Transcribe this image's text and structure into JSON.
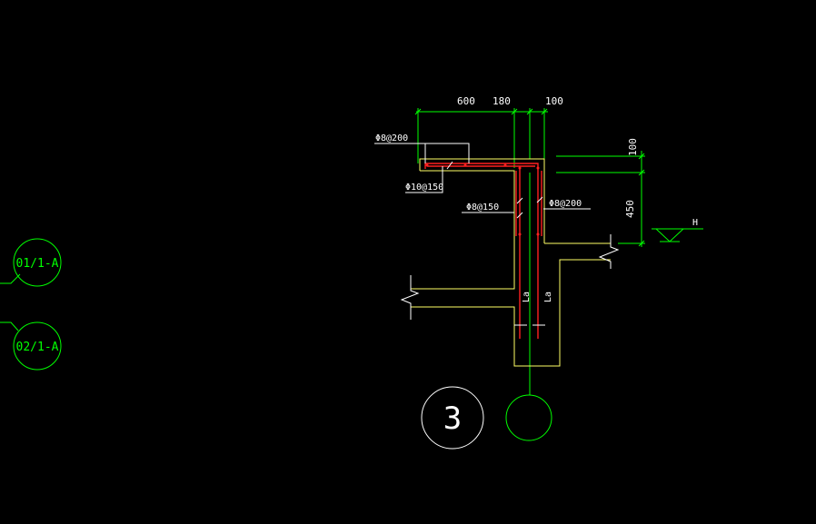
{
  "drawing": {
    "dimensions": {
      "d600": "600",
      "d180": "180",
      "d100_top": "100",
      "d100_right": "100",
      "d450": "450"
    },
    "rebar_labels": {
      "top_slab": "Φ8@200",
      "slab_bottom": "Φ10@150",
      "wall_left": "Φ8@150",
      "wall_right": "Φ8@200"
    },
    "anchorage": {
      "left": "La",
      "right": "La"
    },
    "level_label": "H",
    "section_label": "3",
    "axis_bubbles": [
      {
        "label": "01/1-A"
      },
      {
        "label": "02/1-A"
      }
    ],
    "colors": {
      "background": "#000000",
      "outline": "#ffff66",
      "rebar": "#ff2020",
      "dimension": "#00ff00",
      "text": "#ffffff"
    }
  }
}
